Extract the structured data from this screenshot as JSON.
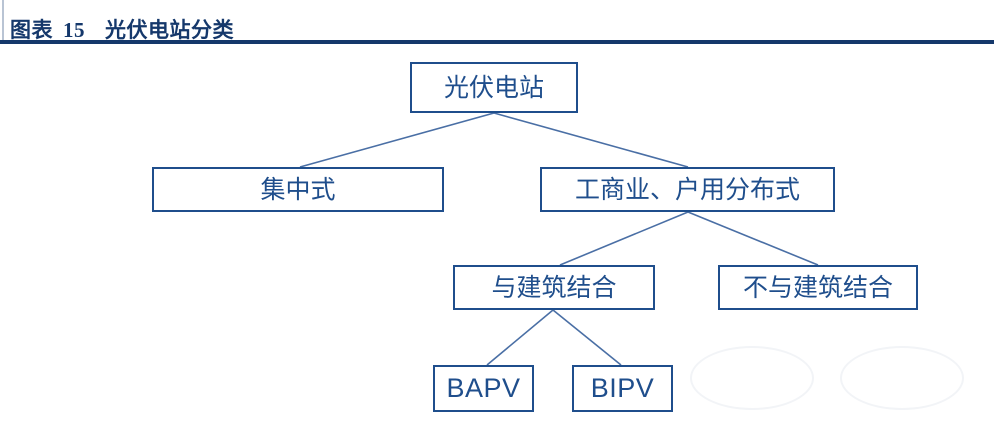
{
  "header": {
    "label": "图表",
    "number": "15",
    "subject": "光伏电站分类",
    "rule_color": "#15386b",
    "text_color": "#15386b"
  },
  "diagram": {
    "type": "tree",
    "node_border_color": "#1f4e8c",
    "node_text_color": "#1f4e8c",
    "connector_color": "#4a6fa5",
    "nodes": [
      {
        "id": "root",
        "label": "光伏电站",
        "level": 0
      },
      {
        "id": "centralized",
        "label": "集中式",
        "level": 1
      },
      {
        "id": "distributed",
        "label": "工商业、户用分布式",
        "level": 1
      },
      {
        "id": "bldg_int",
        "label": "与建筑结合",
        "level": 2
      },
      {
        "id": "non_bldg_int",
        "label": "不与建筑结合",
        "level": 2
      },
      {
        "id": "bapv",
        "label": "BAPV",
        "level": 3
      },
      {
        "id": "bipv",
        "label": "BIPV",
        "level": 3
      }
    ],
    "edges": [
      {
        "from": "root",
        "to": "centralized"
      },
      {
        "from": "root",
        "to": "distributed"
      },
      {
        "from": "distributed",
        "to": "bldg_int"
      },
      {
        "from": "distributed",
        "to": "non_bldg_int"
      },
      {
        "from": "bldg_int",
        "to": "bapv"
      },
      {
        "from": "bldg_int",
        "to": "bipv"
      }
    ]
  }
}
